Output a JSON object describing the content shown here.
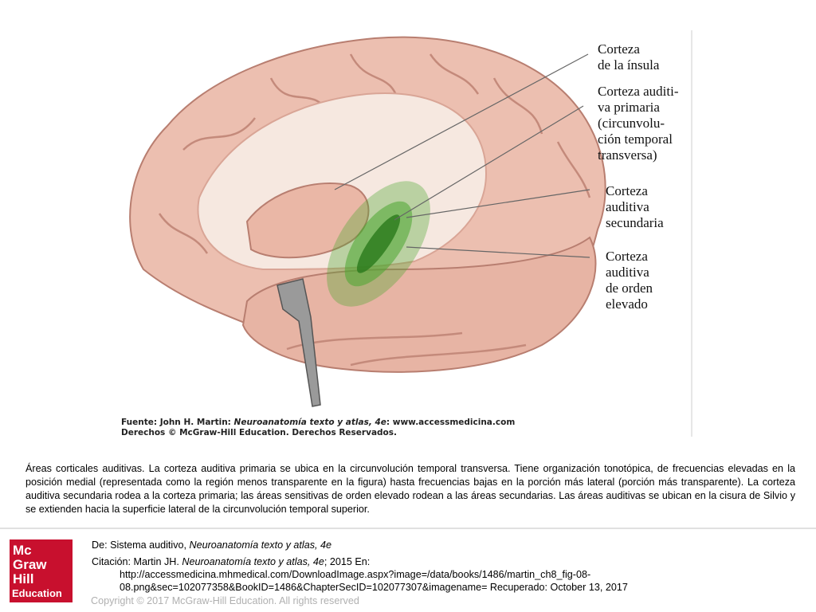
{
  "figure": {
    "labels": {
      "insula": "Corteza\nde la ínsula",
      "primary": "Corteza auditi-\nva primaria\n(circunvolu-\nción temporal\ntransversa)",
      "secondary": "Corteza\nauditiva\nsecundaria",
      "higher": "Corteza\nauditiva\nde orden\nelevado"
    },
    "credit_source_prefix": "Fuente: John H. Martin: ",
    "credit_source_title": "Neuroanatomía texto y atlas, 4e",
    "credit_source_suffix": ": www.accessmedicina.com",
    "credit_rights": "Derechos © McGraw-Hill Education. Derechos Reservados."
  },
  "caption": "Áreas corticales auditivas. La corteza auditiva primaria se ubica en la circunvolución temporal transversa. Tiene organización tonotópica, de frecuencias elevadas en la posición medial (representada como la región menos transparente en la figura) hasta frecuencias bajas en la porción más lateral (porción más transparente). La corteza auditiva secundaria rodea a la corteza primaria; las áreas sensitivas de orden elevado rodean a las áreas secundarias. Las áreas auditivas se ubican en la cisura de Silvio y se extienden hacia la superficie lateral de la circunvolución temporal superior.",
  "logo": {
    "line1": "Mc",
    "line2": "Graw",
    "line3": "Hill",
    "line4": "Education"
  },
  "source": {
    "from_prefix": "De: Sistema auditivo, ",
    "from_title": "Neuroanatomía texto y atlas, 4e",
    "citation_prefix": "Citación: Martin JH. ",
    "citation_title": "Neuroanatomía texto y atlas, 4e",
    "citation_suffix": "; 2015 En:",
    "url_line1": "http://accessmedicina.mhmedical.com/DownloadImage.aspx?image=/data/books/1486/martin_ch8_fig-08-",
    "url_line2": "08.png&sec=102077358&BookID=1486&ChapterSecID=102077307&imagename= Recuperado: October 13, 2017"
  },
  "copyright": "Copyright © 2017 McGraw-Hill Education. All rights reserved",
  "colors": {
    "brain": "#ecbfb0",
    "brain_dark": "#c98f80",
    "white_matter": "#f6e8e0",
    "green": "#4aa52f",
    "logo_red": "#c8102e"
  }
}
